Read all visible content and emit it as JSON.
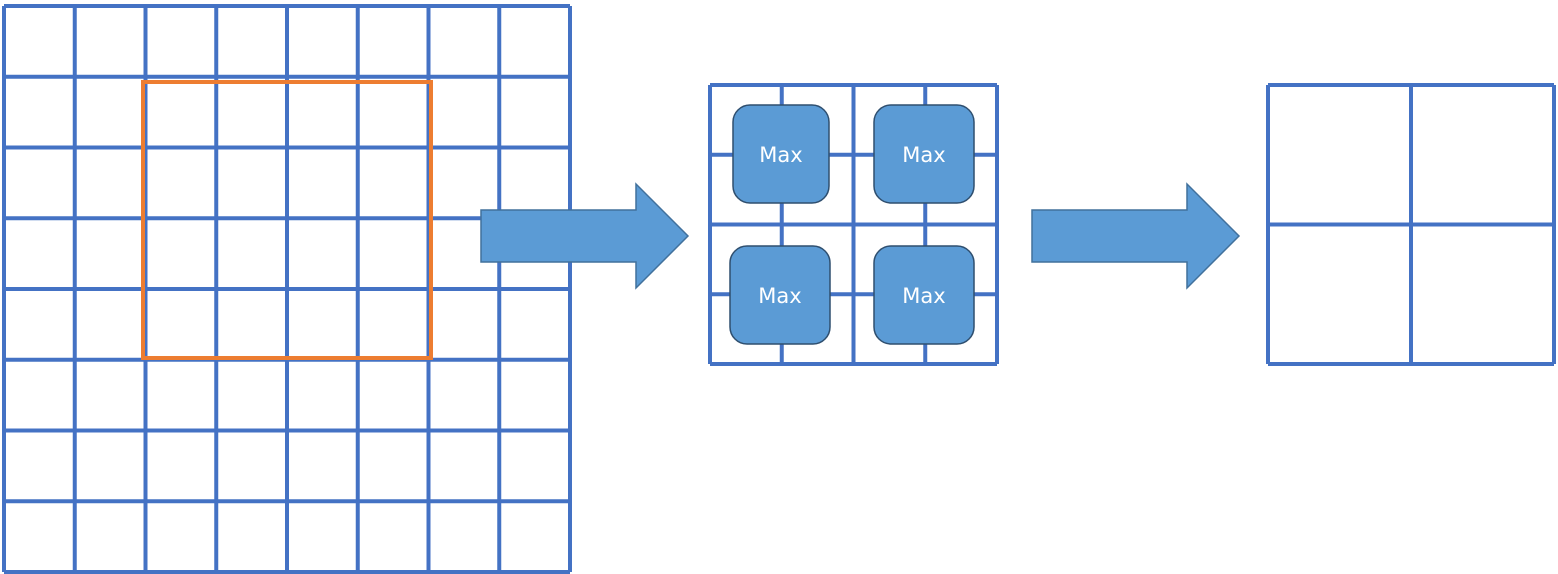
{
  "colors": {
    "grid_line": "#4472C4",
    "highlight_window": "#ED7D31",
    "arrow_fill": "#5B9BD5",
    "max_box_fill": "#5B9BD5",
    "max_label_text": "#ffffff",
    "background": "#ffffff"
  },
  "input_grid": {
    "rows": 8,
    "cols": 8
  },
  "highlight_window": {
    "rows": 4,
    "cols": 4
  },
  "pooling_grid": {
    "rows": 4,
    "cols": 4,
    "max_boxes": [
      {
        "label": "Max"
      },
      {
        "label": "Max"
      },
      {
        "label": "Max"
      },
      {
        "label": "Max"
      }
    ]
  },
  "output_grid": {
    "rows": 2,
    "cols": 2
  }
}
